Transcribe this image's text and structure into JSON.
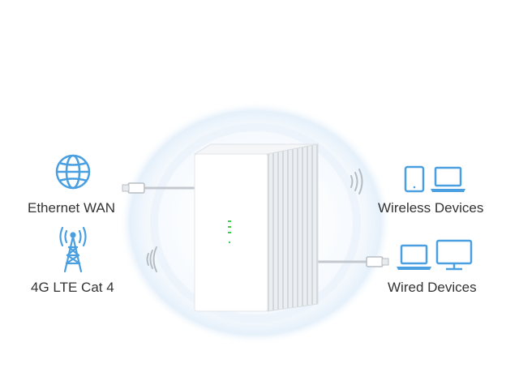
{
  "labels": {
    "ethernet_wan": "Ethernet WAN",
    "lte": "4G LTE Cat 4",
    "wireless_devices": "Wireless Devices",
    "wired_devices": "Wired Devices"
  },
  "colors": {
    "icon_blue": "#4a9fe0",
    "cable_gray": "#c4c9cf",
    "router_body": "#ffffff",
    "router_side": "#e4e7ea",
    "led_green": "#3fcf4a",
    "halo": "#eaf3fb"
  },
  "icons": [
    "globe-icon",
    "cell-tower-icon",
    "tablet-icon",
    "laptop-icon",
    "monitor-icon",
    "wifi-wave-icon",
    "ethernet-plug-icon"
  ]
}
